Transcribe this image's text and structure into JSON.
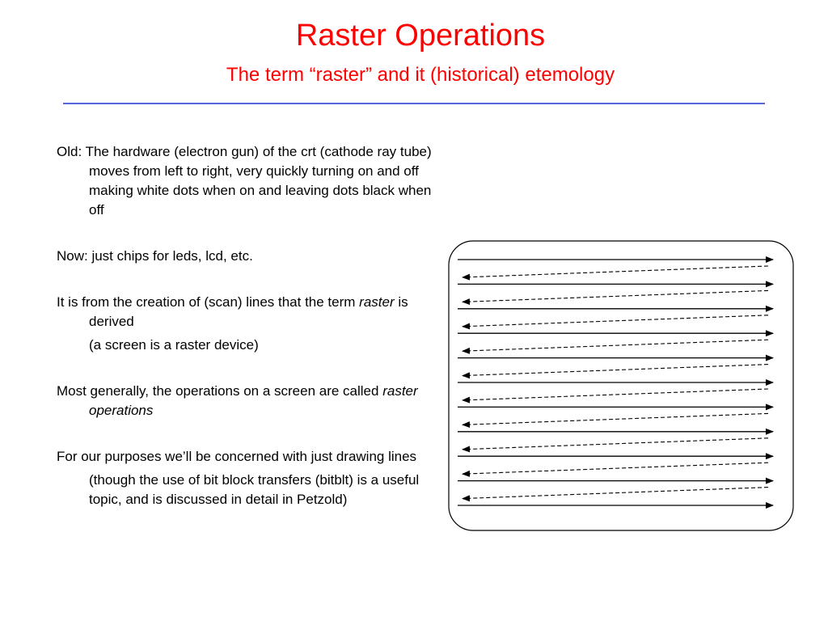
{
  "slide": {
    "title": "Raster Operations",
    "subtitle": "The term “raster” and it (historical) etemology",
    "colors": {
      "title": "#ff0000",
      "rule": "#5566dd",
      "text": "#000000"
    }
  },
  "body": {
    "old": "Old: The hardware (electron gun) of the crt (cathode ray tube) moves from left to right, very quickly turning on and off making white dots when on and leaving dots black when off",
    "now": "Now: just chips for leds, lcd, etc.",
    "scan_pre": "It is from the creation of (scan) lines that the term ",
    "scan_em": "raster",
    "scan_post": " is derived",
    "screen_note": "(a screen is a raster device)",
    "ops_pre": "Most generally, the operations on a screen are called ",
    "ops_em": "raster operations",
    "purpose": "For our purposes we’ll be concerned with just drawing lines",
    "bitblt_note": "(though the use of bit block transfers (bitblt) is a useful topic, and is discussed in detail in Petzold)"
  },
  "diagram": {
    "scan_line_count": 11,
    "retrace_line_count": 10,
    "icon": "raster-scan-diagram"
  }
}
